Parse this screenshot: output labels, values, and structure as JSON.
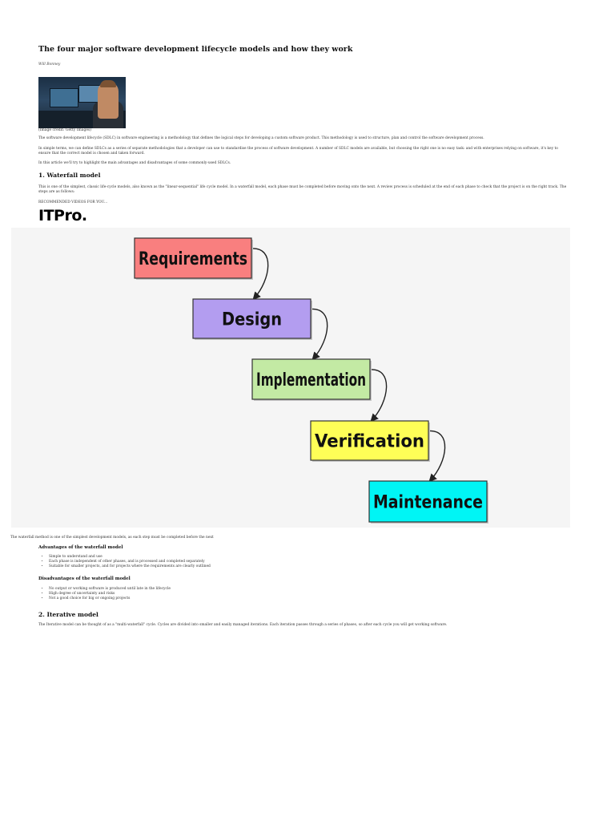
{
  "article": {
    "title": "The four major software development lifecycle models and how they work",
    "author": "Will Bonney",
    "hero_image": "developer-at-desk-photo",
    "image_credit": "(Image credit: Getty Images)",
    "intro": [
      "The software development lifecycle (SDLC) in software engineering is a methodology that defines the logical steps for developing a custom software product. This methodology is used to structure, plan and control the software development process.",
      "In simple terms, we can define SDLCs as a series of separate methodologies that a developer can use to standardise the process of software development. A number of SDLC models are available, but choosing the right one is no easy task: and with enterprises relying on software, it's key to ensure that the correct model is chosen and taken forward.",
      "In this article we'll try to highlight the main advantages and disadvantages of some commonly-used SDLCs."
    ],
    "section1": {
      "heading": "1. Waterfall model",
      "text": "This is one of the simplest, classic life-cycle models, also known as the \"linear-sequential\" life cycle model. In a waterfall model, each phase must be completed before moving onto the next. A review process is scheduled at the end of each phase to check that the project is on the right track. The steps are as follows:",
      "recommended": "RECOMMENDED VIDEOS FOR YOU...",
      "logo": "ITPro.",
      "figure_caption": "The waterfall method is one of the simplest development models, as each step must be completed before the next",
      "advantages_heading": "Advantages of the waterfall model",
      "advantages": [
        "Simple to understand and use",
        "Each phase is independent of other phases, and is processed and completed separately",
        "Suitable for smaller projects, and for projects where the requirements are clearly outlined"
      ],
      "disadvantages_heading": "Disadvantages of the waterfall model",
      "disadvantages": [
        "No output or working software is produced until late in the lifecycle",
        "High degree of uncertainty and risks",
        "Not a good choice for big or ongoing projects"
      ]
    },
    "section2": {
      "heading": "2. Iterative model",
      "text": "The Iterative model can be thought of as a \"multi-waterfall\" cycle. Cycles are divided into smaller and easily managed iterations. Each iteration passes through a series of phases, so after each cycle you will get working software."
    }
  },
  "diagram": {
    "steps": [
      {
        "label": "Requirements",
        "color": "#f97f7f"
      },
      {
        "label": "Design",
        "color": "#b39df0"
      },
      {
        "label": "Implementation",
        "color": "#c3eaa4"
      },
      {
        "label": "Verification",
        "color": "#fefe57"
      },
      {
        "label": "Maintenance",
        "color": "#00f5f5"
      }
    ]
  }
}
